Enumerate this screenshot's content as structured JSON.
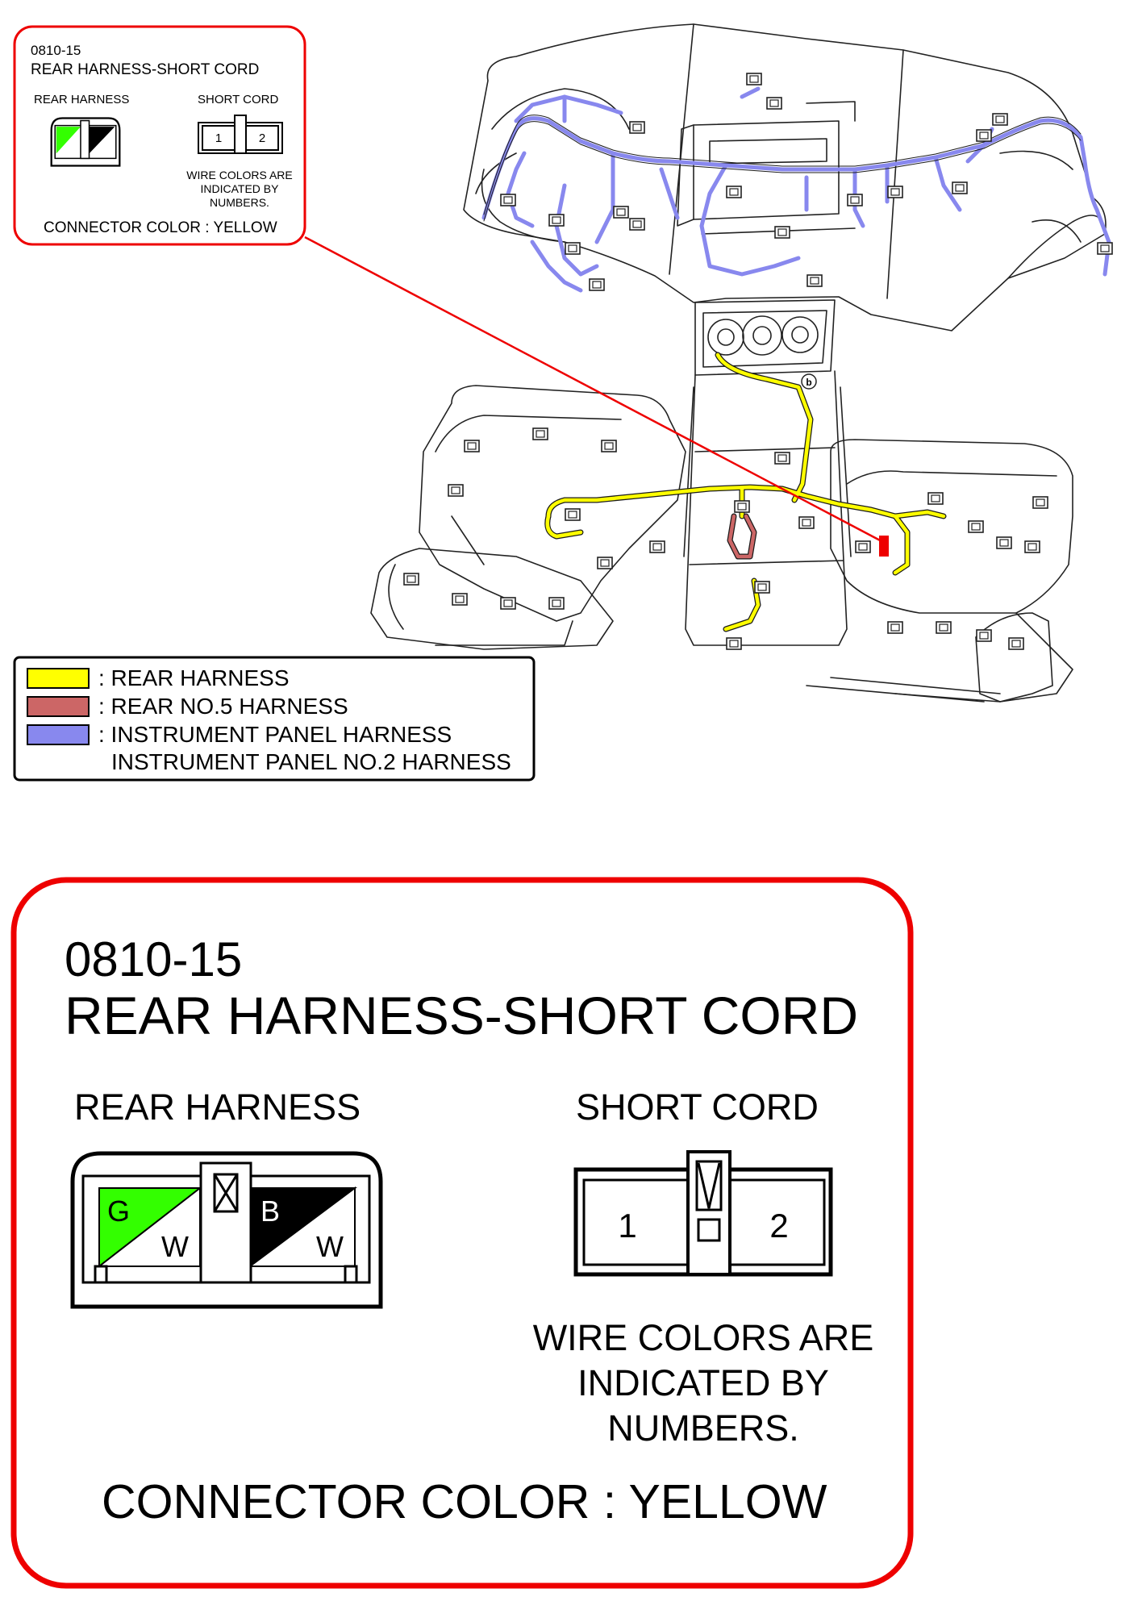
{
  "connector_id": "0810-15",
  "connection_title": "REAR HARNESS-SHORT CORD",
  "left_connector": {
    "label": "REAR HARNESS",
    "pins": [
      {
        "upper": "G",
        "lower": "W",
        "color": "#33ff00"
      },
      {
        "upper": "B",
        "lower": "W",
        "color": "#000000"
      }
    ]
  },
  "right_connector": {
    "label": "SHORT CORD",
    "pins": [
      "1",
      "2"
    ]
  },
  "wire_note": [
    "WIRE COLORS ARE",
    "INDICATED BY",
    "NUMBERS."
  ],
  "connector_color": "CONNECTOR COLOR : YELLOW",
  "legend": {
    "items": [
      {
        "label": ": REAR HARNESS",
        "color": "#ffff00"
      },
      {
        "label": ": REAR NO.5 HARNESS",
        "color": "#cc6666"
      },
      {
        "label": ": INSTRUMENT PANEL HARNESS",
        "color": "#8888ee"
      }
    ],
    "continuation": "INSTRUMENT PANEL NO.2 HARNESS"
  },
  "location_marker": "b",
  "callout_color": "#ee0000"
}
